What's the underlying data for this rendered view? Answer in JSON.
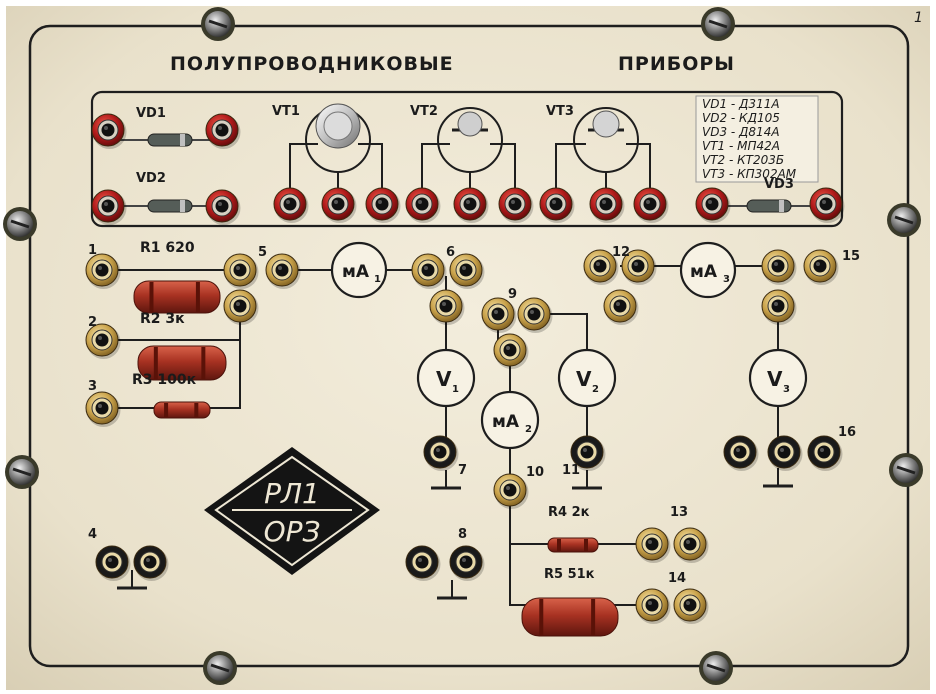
{
  "panel": {
    "corner_number": "1",
    "title_left": "ПОЛУПРОВОДНИКОВЫЕ",
    "title_right": "ПРИБОРЫ",
    "colors": {
      "board": "#eee7d4",
      "line": "#1e1e1e",
      "red_jack": "#b01a1a",
      "brass": "#c9a24a"
    }
  },
  "top_block": {
    "vd1": "VD1",
    "vd2": "VD2",
    "vd3": "VD3",
    "vt1": "VT1",
    "vt2": "VT2",
    "vt3": "VT3",
    "legend": [
      "VD1 - Д311А",
      "VD2 - КД105",
      "VD3 - Д814А",
      "VT1 - МП42А",
      "VT2 - КТ203Б",
      "VT3 - КП302АМ"
    ]
  },
  "resistors": {
    "r1": "R1  620",
    "r2": "R2  3к",
    "r3": "R3 100к",
    "r4": "R4  2к",
    "r5": "R5  51к"
  },
  "meters": {
    "ma1": "мА",
    "ma1_sub": "1",
    "ma2": "мА",
    "ma2_sub": "2",
    "ma3": "мА",
    "ma3_sub": "3",
    "v1": "V",
    "v1_sub": "1",
    "v2": "V",
    "v2_sub": "2",
    "v3": "V",
    "v3_sub": "3"
  },
  "terminals": {
    "t1": "1",
    "t2": "2",
    "t3": "3",
    "t4": "4",
    "t5": "5",
    "t6": "6",
    "t7": "7",
    "t8": "8",
    "t9": "9",
    "t10": "10",
    "t11": "11",
    "t12": "12",
    "t13": "13",
    "t14": "14",
    "t15": "15",
    "t16": "16"
  },
  "logo": {
    "line1": "РЛ1",
    "line2": "ОРЗ"
  }
}
